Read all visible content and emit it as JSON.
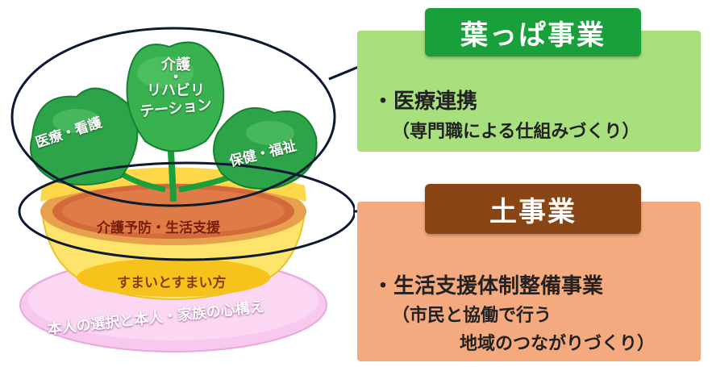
{
  "leaf": {
    "title": "葉っぱ事業",
    "item": "・医療連携",
    "sub": "（専門職による仕組みづくり）"
  },
  "soil": {
    "title": "土事業",
    "item": "・生活支援体制整備事業",
    "sub1": "（市民と協働で行う",
    "sub2": "地域のつながりづくり）"
  },
  "diagram": {
    "center_leaf_line1": "介護",
    "center_leaf_line2": "・",
    "center_leaf_line3": "リハビリ",
    "center_leaf_line4": "テーション",
    "left_leaf": "医療・看護",
    "right_leaf": "保健・福祉",
    "soil_label": "介護予防・生活支援",
    "cup_label": "すまいとすまい方",
    "base_label": "本人の選択と本人・家族の心構え"
  },
  "colors": {
    "leaf_green": "#19a03a",
    "leaf_panel": "#a7e07c",
    "soil_brown": "#8a4516",
    "soil_panel": "#f4a97e"
  }
}
